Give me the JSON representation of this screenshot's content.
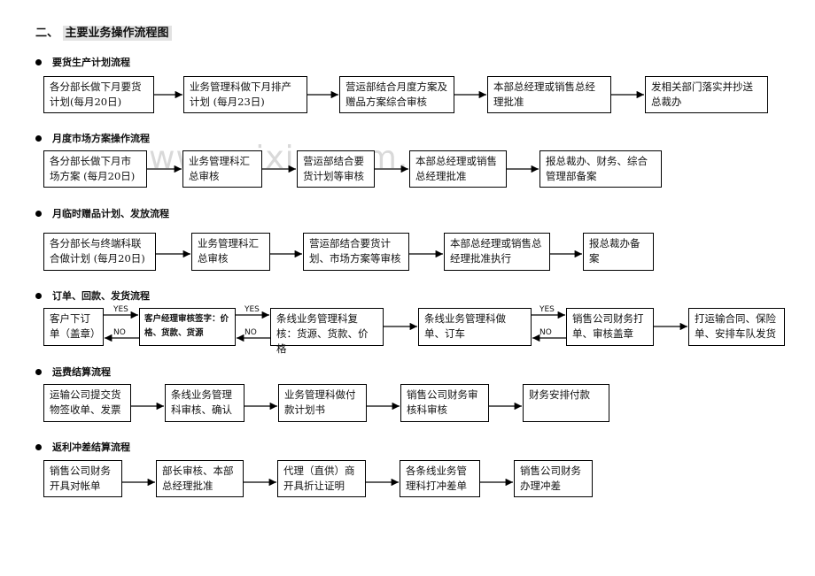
{
  "heading": {
    "number": "二、",
    "title": "主要业务操作流程图"
  },
  "watermark": "www.zixin.com.cn",
  "sections": {
    "s1": {
      "title": "要货生产计划流程",
      "steps": [
        "各分部长做下月要货计划(每月20日)",
        "业务管理科做下月排产计划 (每月23日)",
        "营运部结合月度方案及赠品方案综合审核",
        "本部总经理或销售总经理批准",
        "发相关部门落实并抄送总裁办"
      ]
    },
    "s2": {
      "title": "月度市场方案操作流程",
      "steps": [
        "各分部长做下月市场方案 (每月20日)",
        "业务管理科汇总审核",
        "营运部结合要货计划等审核",
        "本部总经理或销售总经理批准",
        "报总裁办、财务、综合管理部备案"
      ]
    },
    "s3": {
      "title": "月临时赠品计划、发放流程",
      "steps": [
        "各分部长与终端科联合做计划 (每月20日)",
        "业务管理科汇总审核",
        "营运部结合要货计划、市场方案等审核",
        "本部总经理或销售总经理批准执行",
        "报总裁办备案"
      ]
    },
    "s4": {
      "title": "订单、回款、发货流程",
      "steps": [
        "客户下订单（盖章）",
        "客户经理审核签字：价格、货款、货源",
        "条线业务管理科复核：货源、货款、价格",
        "条线业务管理科做单、订车",
        "销售公司财务打单、审核盖章",
        "打运输合同、保险单、安排车队发货"
      ],
      "yes": "YES",
      "no": "NO"
    },
    "s5": {
      "title": "运费结算流程",
      "steps": [
        "运输公司提交货物签收单、发票",
        "条线业务管理科审核、确认",
        "业务管理科做付款计划书",
        "销售公司财务审核科审核",
        "财务安排付款"
      ]
    },
    "s6": {
      "title": "返利冲差结算流程",
      "steps": [
        "销售公司财务开具对帐单",
        "部长审核、本部总经理批准",
        "代理（直供）商开具折让证明",
        "各条线业务管理科打冲差单",
        "销售公司财务办理冲差"
      ]
    }
  }
}
